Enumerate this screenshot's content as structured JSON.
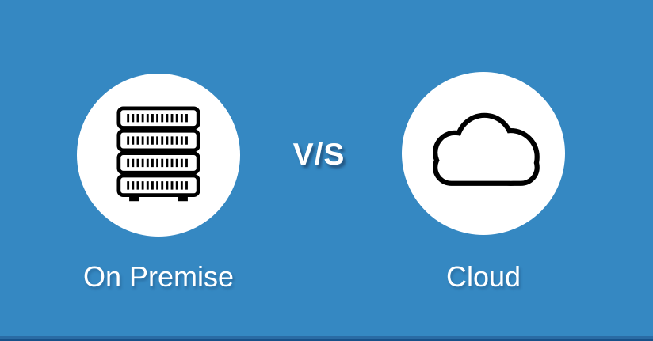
{
  "graphic": {
    "separator": "V/S",
    "left": {
      "label": "On Premise",
      "icon": "server-rack-icon"
    },
    "right": {
      "label": "Cloud",
      "icon": "cloud-icon"
    }
  },
  "colors": {
    "background": "#3588c2",
    "footer_bar": "#2a6ba4",
    "footer_bar_edge": "#175189",
    "circle_fill": "#ffffff",
    "icon_stroke": "#000000",
    "text": "#ffffff",
    "vs_shadow": "rgba(23,52,86,0.6)"
  }
}
